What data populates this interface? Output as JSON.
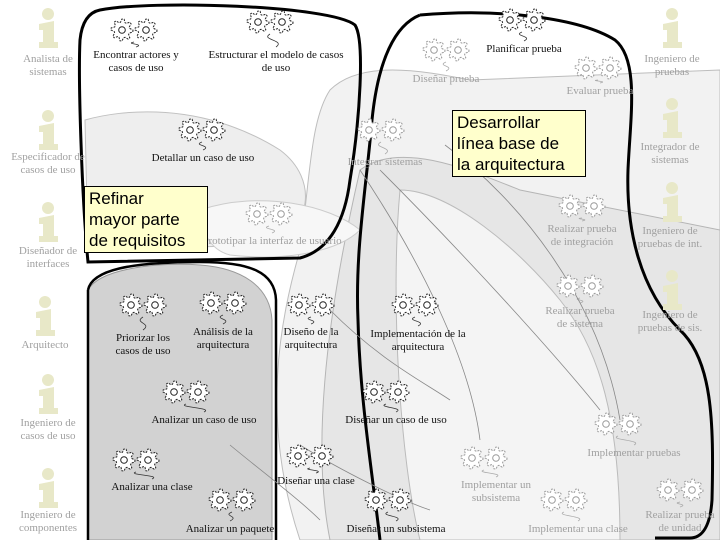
{
  "roles": [
    {
      "key": "analista",
      "lines": [
        "Analista de",
        "sistemas"
      ]
    },
    {
      "key": "especificador",
      "lines": [
        "Especificador de",
        "casos de uso"
      ]
    },
    {
      "key": "disenador-interfaces",
      "lines": [
        "Diseñador de",
        "interfaces"
      ]
    },
    {
      "key": "arquitecto",
      "lines": [
        "Arquitecto"
      ]
    },
    {
      "key": "ing-casos-uso",
      "lines": [
        "Ingeniero de",
        "casos de uso"
      ]
    },
    {
      "key": "ing-componentes",
      "lines": [
        "Ingeniero de",
        "componentes"
      ]
    },
    {
      "key": "ing-pruebas",
      "lines": [
        "Ingeniero de",
        "pruebas"
      ]
    },
    {
      "key": "integrador",
      "lines": [
        "Integrador de",
        "sistemas"
      ]
    },
    {
      "key": "ing-pruebas-int",
      "lines": [
        "Ingeniero de",
        "pruebas de int."
      ]
    },
    {
      "key": "ing-pruebas-sis",
      "lines": [
        "Ingeniero de",
        "pruebas de sis."
      ]
    }
  ],
  "activities": [
    {
      "key": "encontrar-actores",
      "lines": [
        "Encontrar actores y",
        "casos de uso"
      ],
      "tone": "dark"
    },
    {
      "key": "estructurar-modelo",
      "lines": [
        "Estructurar el modelo de casos",
        "de uso"
      ],
      "tone": "dark"
    },
    {
      "key": "planificar-prueba",
      "lines": [
        "Planificar prueba"
      ],
      "tone": "dark"
    },
    {
      "key": "disenar-prueba",
      "lines": [
        "Diseñar prueba"
      ],
      "tone": "dim"
    },
    {
      "key": "evaluar-prueba",
      "lines": [
        "Evaluar prueba"
      ],
      "tone": "dim"
    },
    {
      "key": "detallar-caso",
      "lines": [
        "Detallar un caso de uso"
      ],
      "tone": "dark"
    },
    {
      "key": "integrar-sistemas",
      "lines": [
        "Integrar sistemas"
      ],
      "tone": "dim"
    },
    {
      "key": "prototipar-interfaz",
      "lines": [
        "Prototipar la interfaz de usuario"
      ],
      "tone": "dim"
    },
    {
      "key": "realizar-prueba-integracion",
      "lines": [
        "Realizar prueba",
        "de integración"
      ],
      "tone": "dim"
    },
    {
      "key": "realizar-prueba-sistema",
      "lines": [
        "Realizar prueba",
        "de sistema"
      ],
      "tone": "dim"
    },
    {
      "key": "priorizar-casos",
      "lines": [
        "Priorizar los",
        "casos de uso"
      ],
      "tone": "dark"
    },
    {
      "key": "analisis-arquitectura",
      "lines": [
        "Análisis de la",
        "arquitectura"
      ],
      "tone": "dark"
    },
    {
      "key": "diseno-arquitectura",
      "lines": [
        "Diseño de la",
        "arquitectura"
      ],
      "tone": "dark"
    },
    {
      "key": "implementacion-arquitectura",
      "lines": [
        "Implementación de la",
        "arquitectura"
      ],
      "tone": "dark"
    },
    {
      "key": "analizar-caso",
      "lines": [
        "Analizar un caso de uso"
      ],
      "tone": "dark"
    },
    {
      "key": "disenar-caso",
      "lines": [
        "Diseñar un caso de uso"
      ],
      "tone": "dark"
    },
    {
      "key": "implementar-pruebas",
      "lines": [
        "Implementar pruebas"
      ],
      "tone": "dim"
    },
    {
      "key": "analizar-clase",
      "lines": [
        "Analizar una clase"
      ],
      "tone": "dark"
    },
    {
      "key": "disenar-clase",
      "lines": [
        "Diseñar una clase"
      ],
      "tone": "dark"
    },
    {
      "key": "implementar-subsistema",
      "lines": [
        "Implementar un",
        "subsistema"
      ],
      "tone": "dim"
    },
    {
      "key": "analizar-paquete",
      "lines": [
        "Analizar un paquete"
      ],
      "tone": "dark"
    },
    {
      "key": "disenar-subsistema",
      "lines": [
        "Diseñar un subsistema"
      ],
      "tone": "dark"
    },
    {
      "key": "implementar-clase",
      "lines": [
        "Implementar una clase"
      ],
      "tone": "dim"
    },
    {
      "key": "realizar-prueba-unidad",
      "lines": [
        "Realizar prueba",
        "de unidad"
      ],
      "tone": "dim"
    }
  ],
  "callouts": {
    "baseline": [
      "Desarrollar",
      "línea base de",
      "la arquitectura"
    ],
    "requisitos": [
      "Refinar",
      "mayor parte",
      "de requisitos"
    ]
  },
  "colors": {
    "background": "#ffffff",
    "band_light": "#efefef",
    "band_mid": "#e0e0e0",
    "band_dark": "#cfcfcf",
    "callout_fill": "#ffffcc",
    "outline": "#000000",
    "worker_icon": "#e8e8c8"
  }
}
